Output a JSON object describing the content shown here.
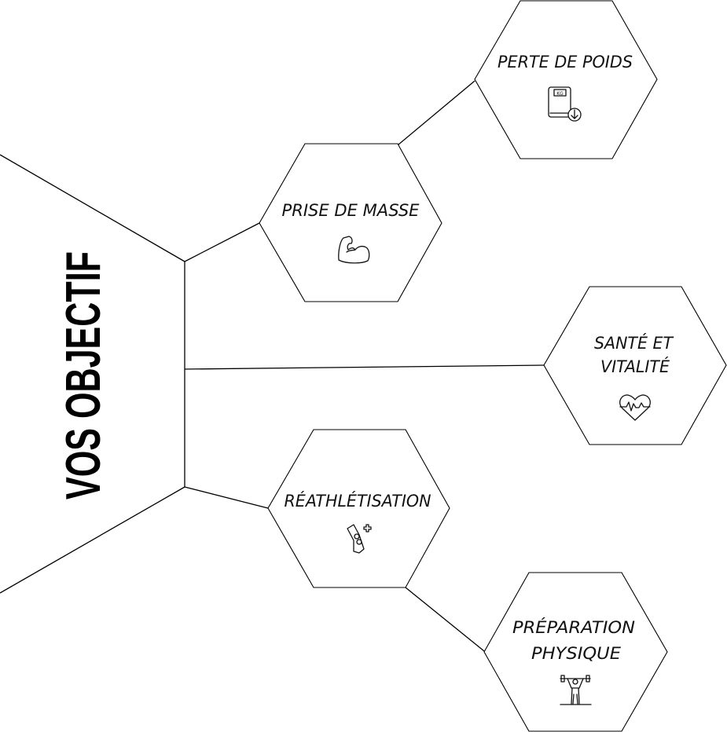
{
  "title": "VOS OBJECTIF",
  "goals": [
    {
      "label": "PERTE DE POIDS",
      "icon": "weight-scale-icon"
    },
    {
      "label": "PRISE DE MASSE",
      "icon": "flexed-bicep-icon"
    },
    {
      "label_line1": "SANTÉ ET",
      "label_line2": "VITALITÉ",
      "icon": "heartbeat-icon"
    },
    {
      "label": "RÉATHLÉTISATION",
      "icon": "knee-rehab-icon"
    },
    {
      "label_line1": "PRÉPARATION",
      "label_line2": "PHYSIQUE",
      "icon": "weightlifter-icon"
    }
  ],
  "scale_display": "KG"
}
